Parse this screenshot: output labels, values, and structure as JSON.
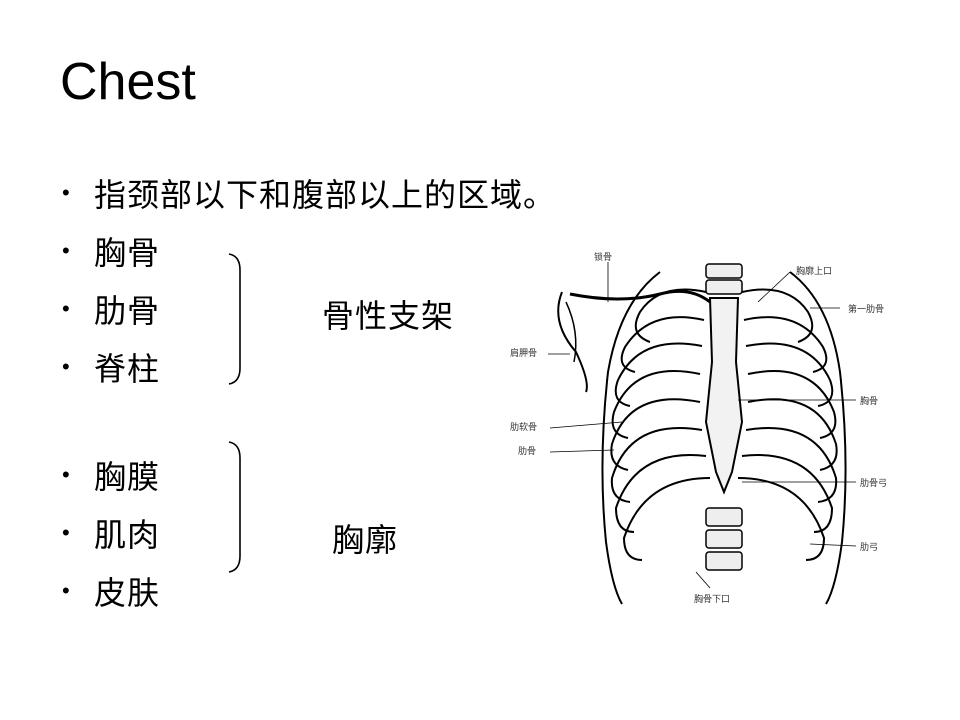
{
  "slide": {
    "title": "Chest",
    "bullets": [
      "指颈部以下和腹部以上的区域。",
      "胸骨",
      "肋骨",
      "脊柱",
      "胸膜",
      "肌肉",
      "皮肤"
    ],
    "group_labels": [
      "骨性支架",
      "胸廓"
    ]
  },
  "figure": {
    "labels": {
      "clavicle": "锁骨",
      "superior_aperture": "胸廓上口",
      "first_rib": "第一肋骨",
      "scapula": "肩胛骨",
      "sternum": "胸骨",
      "costal_cartilage": "肋软骨",
      "rib": "肋骨",
      "costal_arch": "肋骨弓",
      "costal_margin": "肋弓",
      "inferior_aperture": "胸骨下口"
    }
  }
}
